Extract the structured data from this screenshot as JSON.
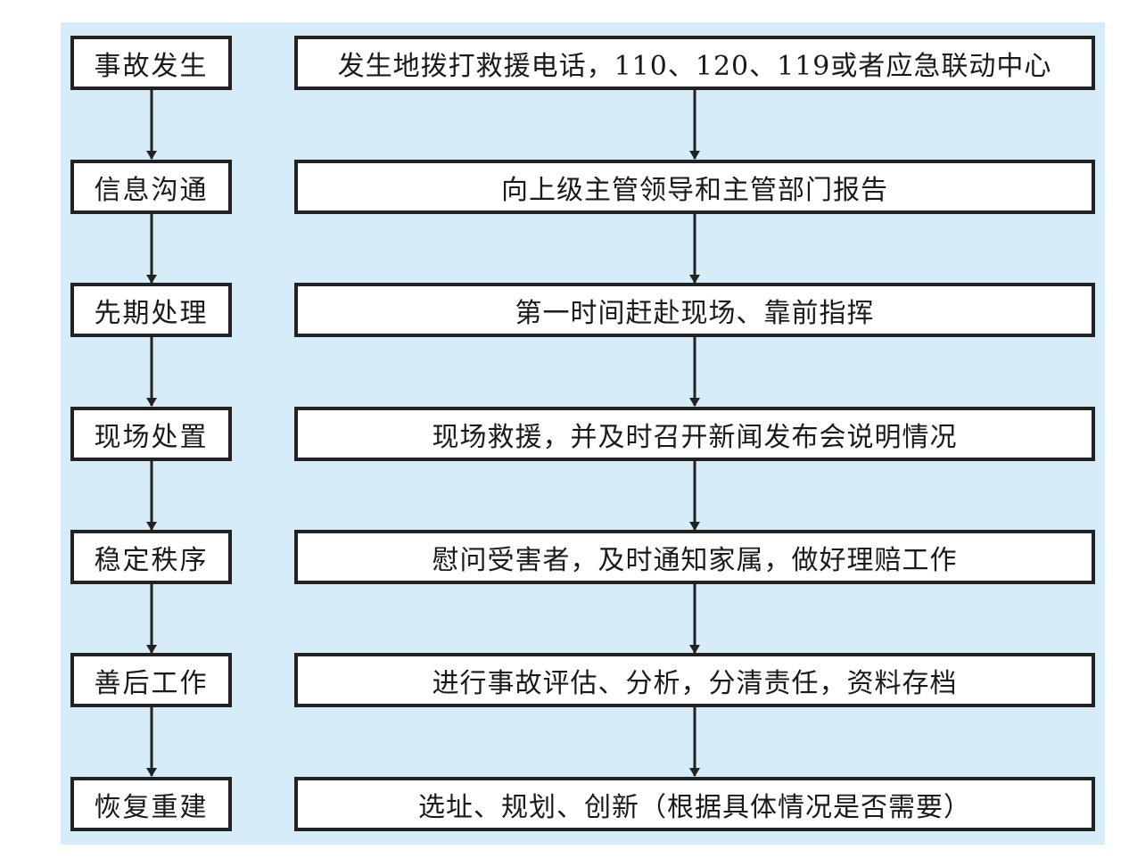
{
  "colors": {
    "panel_background": "#d6ecf9",
    "box_border": "#222222",
    "box_fill": "#ffffff",
    "arrow": "#222222"
  },
  "steps": [
    {
      "stage": "事故发生",
      "action": "发生地拨打救援电话，110、120、119或者应急联动中心"
    },
    {
      "stage": "信息沟通",
      "action": "向上级主管领导和主管部门报告"
    },
    {
      "stage": "先期处理",
      "action": "第一时间赶赴现场、靠前指挥"
    },
    {
      "stage": "现场处置",
      "action": "现场救援，并及时召开新闻发布会说明情况"
    },
    {
      "stage": "稳定秩序",
      "action": "慰问受害者，及时通知家属，做好理赔工作"
    },
    {
      "stage": "善后工作",
      "action": "进行事故评估、分析，分清责任，资料存档"
    },
    {
      "stage": "恢复重建",
      "action": "选址、规划、创新（根据具体情况是否需要）"
    }
  ]
}
